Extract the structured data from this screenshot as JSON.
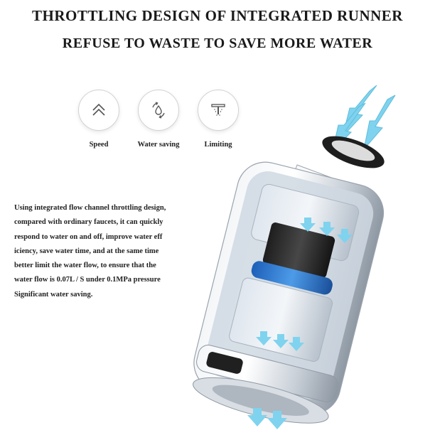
{
  "headline": {
    "line1": "THROTTLING DESIGN OF INTEGRATED RUNNER",
    "line2": "REFUSE TO WASTE TO SAVE MORE WATER"
  },
  "features": [
    {
      "label": "Speed",
      "icon": "double-chevron-up-icon"
    },
    {
      "label": "Water saving",
      "icon": "water-recycle-icon"
    },
    {
      "label": "Limiting",
      "icon": "flow-limit-icon"
    }
  ],
  "description": {
    "lines": [
      "Using integrated flow channel throttling design,",
      "compared with ordinary faucets, it can quickly",
      "respond to water on and off, improve water eff",
      "iciency, save water time, and at the same time",
      "better limit the water flow, to ensure that the",
      "water flow is 0.07L / S under 0.1MPa pressure",
      "Significant water saving."
    ]
  },
  "colors": {
    "arrow": "#7fd3ee",
    "accent_blue": "#2a78d6",
    "chrome": "#cfd6de"
  }
}
